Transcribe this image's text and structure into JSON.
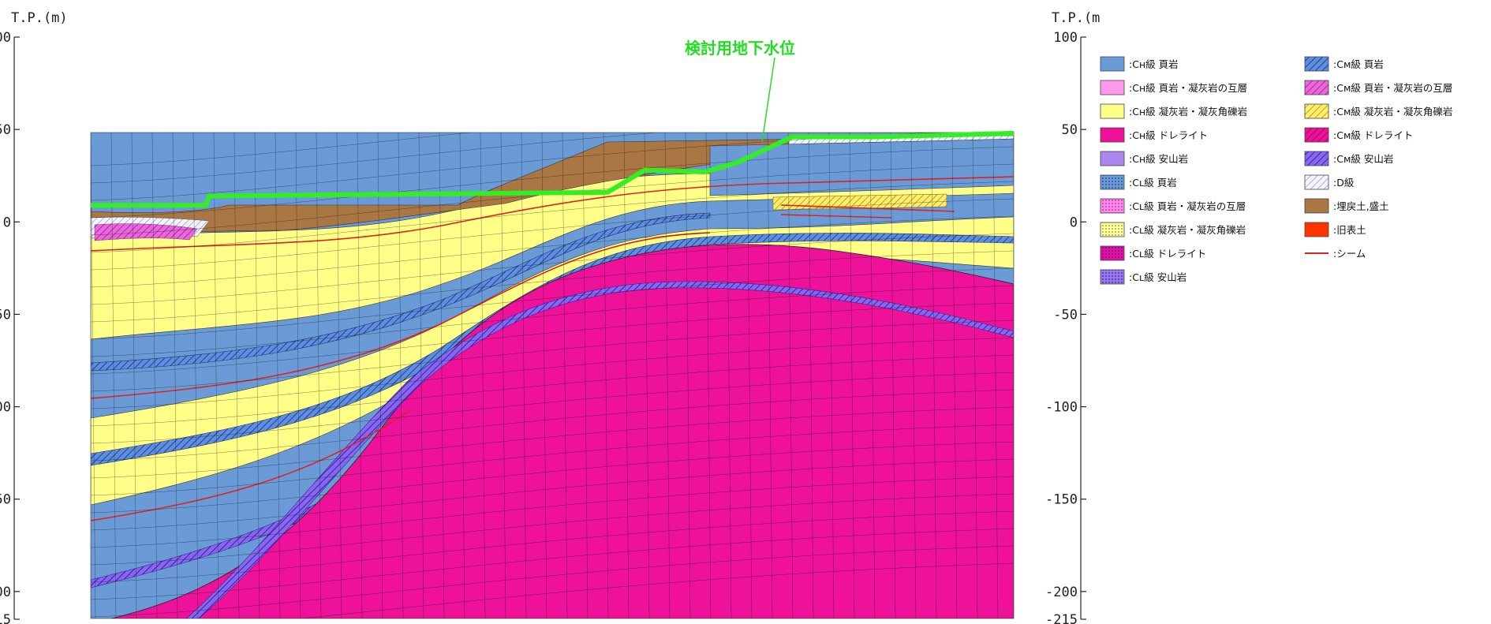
{
  "axes": {
    "left_title": "T.P.(m)",
    "right_title": "T.P.(m",
    "ticks": [
      {
        "value": 100,
        "label": "100"
      },
      {
        "value": 50,
        "label": "50"
      },
      {
        "value": 0,
        "label": "0"
      },
      {
        "value": -50,
        "label": "-50"
      },
      {
        "value": -100,
        "label": "-100"
      },
      {
        "value": -150,
        "label": "-150"
      },
      {
        "value": -200,
        "label": "-200"
      },
      {
        "value": -215,
        "label": "-215"
      }
    ],
    "range": [
      -215,
      100
    ]
  },
  "groundwater": {
    "label": "検討用地下水位",
    "color": "#33ee22",
    "profile": [
      [
        0,
        9
      ],
      [
        0.125,
        9
      ],
      [
        0.128,
        14
      ],
      [
        0.56,
        16
      ],
      [
        0.6,
        28
      ],
      [
        0.665,
        27
      ],
      [
        0.7,
        32
      ],
      [
        0.76,
        46
      ],
      [
        0.85,
        46
      ],
      [
        0.93,
        47
      ],
      [
        1.0,
        48
      ]
    ]
  },
  "legend": {
    "left": [
      {
        "label": ":Cʜ級 頁岩",
        "color": "#6b9bd7",
        "pattern": "solid"
      },
      {
        "label": ":Cʜ級 頁岩・凝灰岩の互層",
        "color": "#ff99ee",
        "pattern": "solid"
      },
      {
        "label": ":Cʜ級 凝灰岩・凝灰角礫岩",
        "color": "#ffff88",
        "pattern": "solid"
      },
      {
        "label": ":Cʜ級 ドレライト",
        "color": "#ee1199",
        "pattern": "solid"
      },
      {
        "label": ":Cʜ級 安山岩",
        "color": "#aa88ee",
        "pattern": "solid"
      },
      {
        "label": ":Cʟ級 頁岩",
        "color": "#6b9bd7",
        "pattern": "dots"
      },
      {
        "label": ":Cʟ級 頁岩・凝灰岩の互層",
        "color": "#ff88ee",
        "pattern": "dots"
      },
      {
        "label": ":Cʟ級 凝灰岩・凝灰角礫岩",
        "color": "#ffff88",
        "pattern": "dots"
      },
      {
        "label": ":Cʟ級 ドレライト",
        "color": "#dd11aa",
        "pattern": "dots"
      },
      {
        "label": ":Cʟ級 安山岩",
        "color": "#9977ee",
        "pattern": "dots"
      }
    ],
    "right": [
      {
        "label": ":Cᴍ級 頁岩",
        "color": "#4477dd",
        "pattern": "hatch"
      },
      {
        "label": ":Cᴍ級 頁岩・凝灰岩の互層",
        "color": "#ee66dd",
        "pattern": "hatch"
      },
      {
        "label": ":Cᴍ級 凝灰岩・凝灰角礫岩",
        "color": "#ffee66",
        "pattern": "hatch"
      },
      {
        "label": ":Cᴍ級 ドレライト",
        "color": "#ee1199",
        "pattern": "hatch"
      },
      {
        "label": ":Cᴍ級 安山岩",
        "color": "#8866ee",
        "pattern": "hatch"
      },
      {
        "label": ":D級",
        "color": "#eeeeff",
        "pattern": "hatch"
      },
      {
        "label": ":埋戻土,盛土",
        "color": "#aa7744",
        "pattern": "solid"
      },
      {
        "label": ":旧表土",
        "color": "#ff3300",
        "pattern": "solid"
      },
      {
        "label": ":シーム",
        "color": "#dd2222",
        "pattern": "line"
      }
    ]
  }
}
